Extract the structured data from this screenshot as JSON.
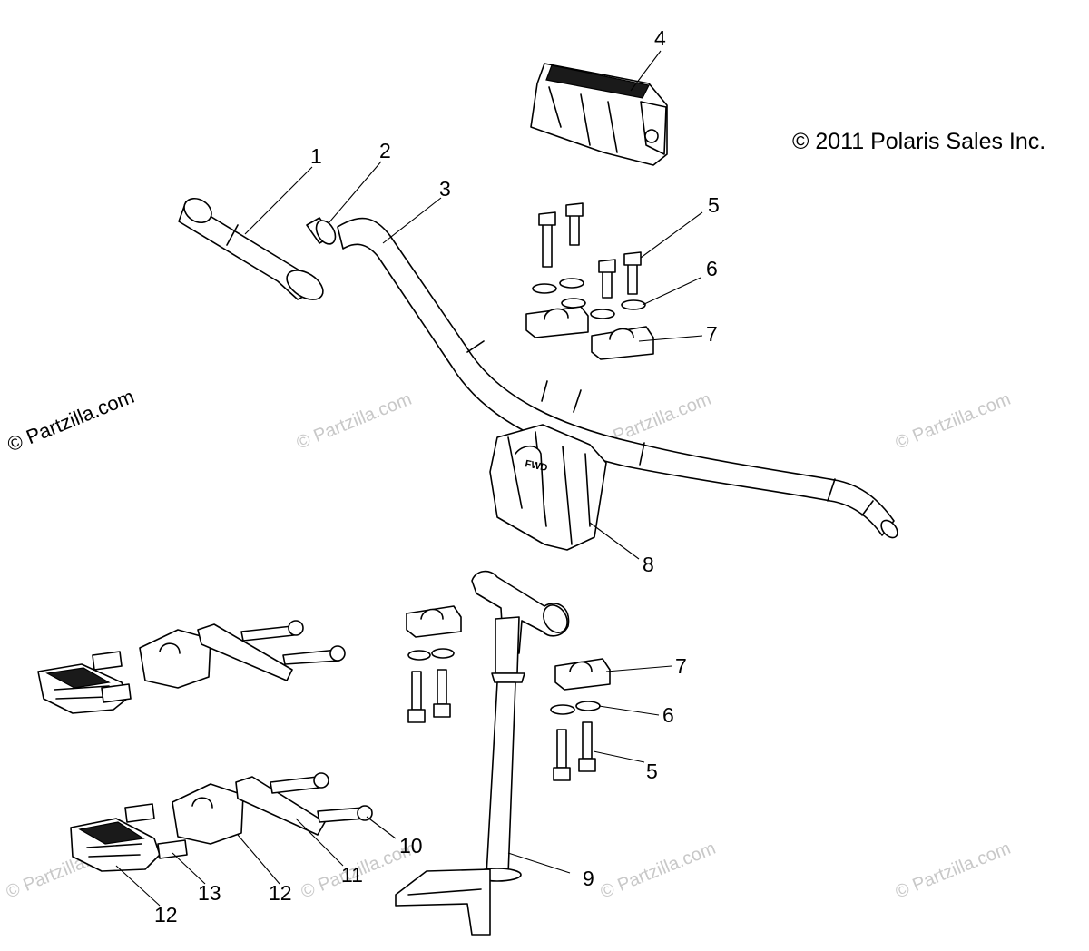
{
  "copyright": "© 2011 Polaris Sales Inc.",
  "watermark_primary": "© Partzilla.com",
  "watermark_faint": "© Partzilla.com",
  "part_label": "FWD",
  "callouts": [
    "1",
    "2",
    "3",
    "4",
    "5",
    "6",
    "7",
    "8",
    "9",
    "10",
    "11",
    "12",
    "13"
  ],
  "callouts_repeat": [
    "5",
    "6",
    "7",
    "12"
  ],
  "colors": {
    "line": "#000000",
    "watermark": "#c8c8c8",
    "background": "#ffffff"
  }
}
